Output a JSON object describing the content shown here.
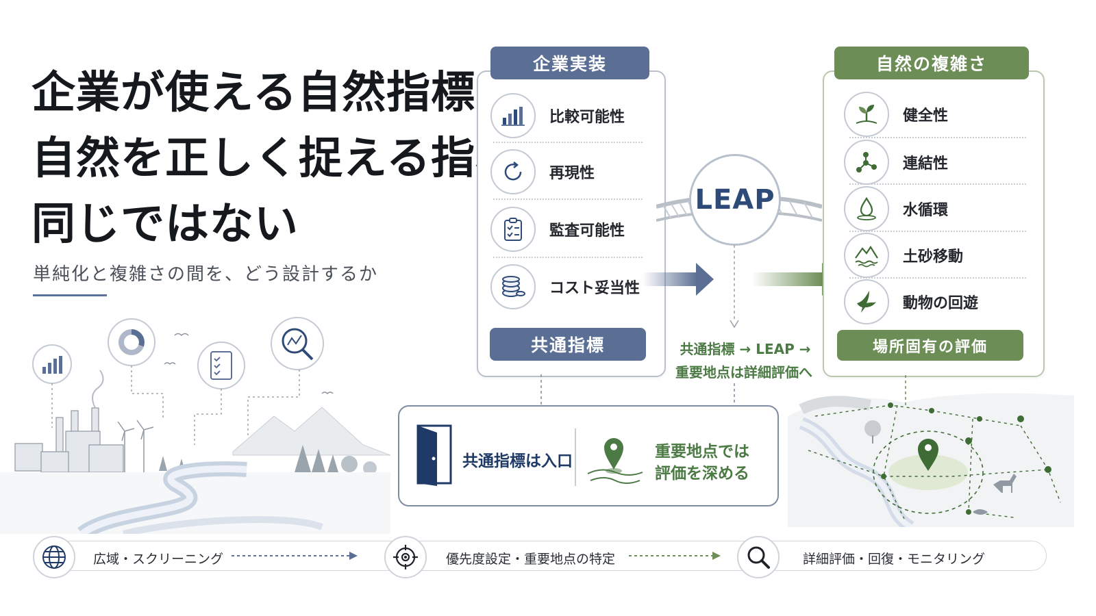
{
  "title": {
    "line1": "企業が使える自然指標と",
    "line2": "自然を正しく捉える指標は",
    "line3": "同じではない"
  },
  "subtitle": "単純化と複雑さの間を、どう設計するか",
  "colors": {
    "blue_accent": "#5b6f94",
    "green_accent": "#6c8d56",
    "leap_text": "#2e4a78"
  },
  "corporate_panel": {
    "header": "企業実装",
    "items": [
      {
        "label": "比較可能性",
        "icon": "bar-chart-icon"
      },
      {
        "label": "再現性",
        "icon": "refresh-icon"
      },
      {
        "label": "監査可能性",
        "icon": "checklist-icon"
      },
      {
        "label": "コスト妥当性",
        "icon": "coin-stack-icon"
      }
    ],
    "footer": "共通指標"
  },
  "leap": {
    "label": "LEAP",
    "caption_line1": "共通指標 → LEAP →",
    "caption_line2": "重要地点は詳細評価へ"
  },
  "nature_panel": {
    "header": "自然の複雑さ",
    "items": [
      {
        "label": "健全性",
        "icon": "sprout-icon"
      },
      {
        "label": "連結性",
        "icon": "network-icon"
      },
      {
        "label": "水循環",
        "icon": "water-drop-icon"
      },
      {
        "label": "土砂移動",
        "icon": "mountain-sediment-icon"
      },
      {
        "label": "動物の回遊",
        "icon": "bird-icon"
      }
    ],
    "footer": "場所固有の評価"
  },
  "entry_box": {
    "left_text": "共通指標は入口",
    "right_line1": "重要地点では",
    "right_line2": "評価を深める"
  },
  "process_steps": [
    {
      "label": "広域・スクリーニング",
      "icon": "globe-icon"
    },
    {
      "label": "優先度設定・重要地点の特定",
      "icon": "target-icon"
    },
    {
      "label": "詳細評価・回復・モニタリング",
      "icon": "magnifier-icon"
    }
  ]
}
